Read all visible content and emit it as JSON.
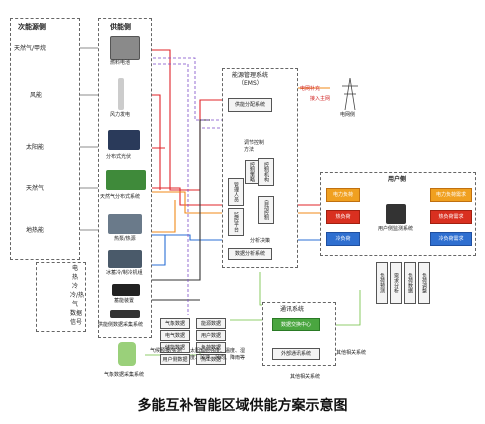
{
  "title": "多能互补智能区域供能方案示意图",
  "energy_side": {
    "title": "次能源侧",
    "items": [
      "天然气/甲烷",
      "风能",
      "太阳能",
      "天然气",
      "地热能"
    ]
  },
  "supply_side": {
    "title": "供能侧",
    "devices": [
      "燃料电池",
      "风力发电",
      "分布式光伏",
      "天然气分布式系统",
      "热泵/热源",
      "冰蓄冷/制冷机组",
      "蓄能装置",
      "供能侧数据采集系统"
    ]
  },
  "ems": {
    "title": "能源管理系统",
    "subtitle": "（EMS）",
    "dispatch": "供能分配系统",
    "regulate": "调节控制方法",
    "mgmt_person": "管理人员",
    "control_mech": "控制机构",
    "strategy": "控制策略",
    "monitor": "监控平台",
    "auto_control": "自动控制",
    "control_mech2": "控制机构",
    "decision": "分析决策",
    "data_analysis": "数据分析系统"
  },
  "grid": {
    "supply": "电网补充",
    "connect": "接入主网",
    "label": "电网侧"
  },
  "user_side": {
    "title": "用户侧",
    "supply_left": [
      "电力负荷",
      "热负荷",
      "冷负荷"
    ],
    "demand_right": [
      "电力负荷需求",
      "热负荷需求",
      "冷负荷需求"
    ],
    "monitor": "用户侧监测系统",
    "vertical_boxes": [
      "负荷预测",
      "需求分析",
      "负荷数据",
      "负荷调整"
    ]
  },
  "legend": {
    "items": [
      "电",
      "热",
      "冷",
      "冷/热",
      "气",
      "数据",
      "信号"
    ]
  },
  "data_boxes": [
    "气象数据",
    "能源数据",
    "电气数据",
    "用户数据",
    "储能数据",
    "负荷数据",
    "用户侧数据",
    "热工数据"
  ],
  "comm": {
    "title": "通讯系统",
    "exchange": "数据交换中心",
    "external": "外部通讯系统",
    "other": "其他相关系统",
    "weather_station": "气象数据采集系统",
    "weather_note1": "气候预报/实测",
    "weather_note2": "太阳辐射强度、温度、湿度、风速、风向、降雨等",
    "bottom_link": "其他相关系统"
  }
}
